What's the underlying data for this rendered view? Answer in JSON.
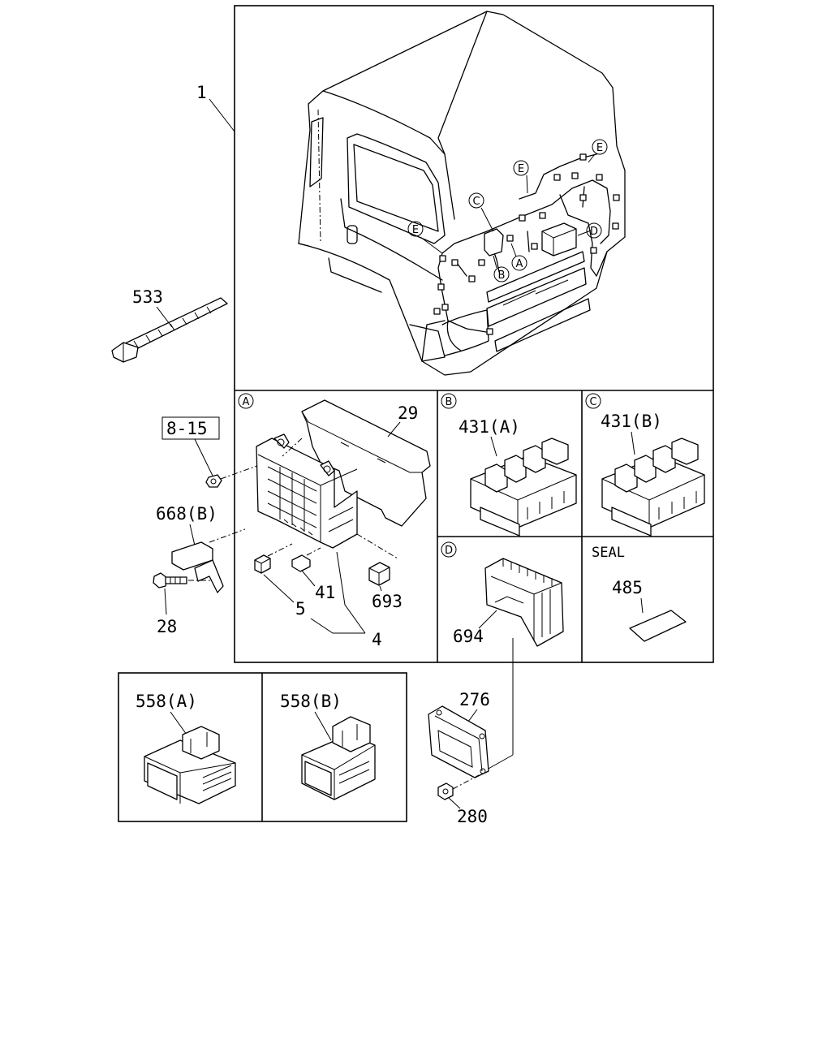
{
  "callouts": {
    "c1": "1",
    "c533": "533",
    "c8_15": "8-15",
    "c668b": "668(B)",
    "c28": "28",
    "c29": "29",
    "c5": "5",
    "c41": "41",
    "c4": "4",
    "c693": "693",
    "c431a": "431(A)",
    "c431b": "431(B)",
    "c694": "694",
    "c485": "485",
    "c558a": "558(A)",
    "c558b": "558(B)",
    "c276": "276",
    "c280": "280"
  },
  "detail_markers": {
    "a": "A",
    "b": "B",
    "c": "C",
    "d": "D",
    "e": "E"
  },
  "panels": {
    "seal_title": "SEAL"
  }
}
